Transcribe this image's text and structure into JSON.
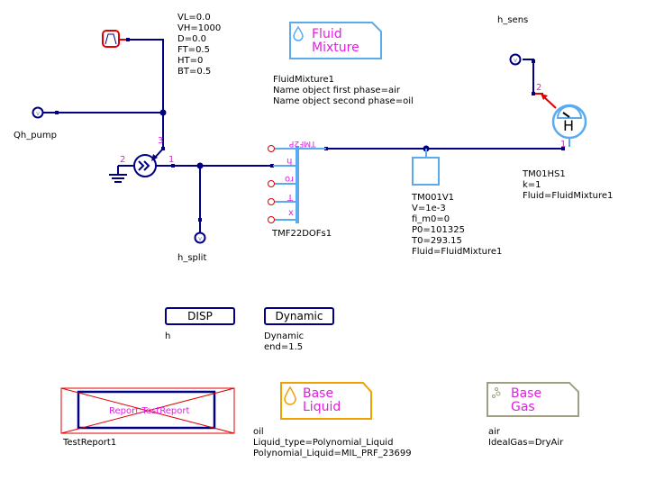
{
  "colors": {
    "wire": "#000080",
    "signal": "#e00000",
    "pin_label": "#e020e0",
    "fluid_port": "#5aaaf0",
    "fluid_mixture_border": "#5aaaf0",
    "base_liquid_border": "#f0a000",
    "base_gas_border": "#a0a080",
    "report_cross": "#e00000"
  },
  "components": {
    "signal_source": {
      "icon": "trapezoid-pulse-icon",
      "params": [
        "VL=0.0",
        "VH=1000",
        "D=0.0",
        "FT=0.5",
        "HT=0",
        "BT=0.5"
      ]
    },
    "qh_pump": {
      "icon": "voltage-probe-icon",
      "label": "Qh_pump"
    },
    "pump": {
      "icon": "pump-icon",
      "pins": {
        "p1": "1",
        "p2": "2",
        "p3": "3"
      }
    },
    "ground": {
      "icon": "ground-icon"
    },
    "h_split": {
      "icon": "voltage-probe-icon",
      "label": "h_split"
    },
    "tmf22dofs": {
      "label": "TMF22DOFs1",
      "ports": [
        "TMF2P",
        "h",
        "ro",
        "T",
        "x"
      ]
    },
    "fluid_mixture": {
      "icon": "droplet-icon",
      "title_line1": "Fluid",
      "title_line2": "Mixture",
      "params": [
        "FluidMixture1",
        "Name object first phase=air",
        "Name object second phase=oil"
      ]
    },
    "volume": {
      "params": [
        "TM001V1",
        "V=1e-3",
        "fi_m0=0",
        "P0=101325",
        "T0=293.15",
        "Fluid=FluidMixture1"
      ]
    },
    "h_sens": {
      "icon": "voltage-probe-icon",
      "label": "h_sens"
    },
    "enthalpy_sensor": {
      "icon": "gauge-icon",
      "symbol": "H",
      "pins": {
        "p1": "1",
        "p2": "2"
      },
      "params": [
        "TM01HS1",
        "k=1",
        "Fluid=FluidMixture1"
      ]
    },
    "disp": {
      "button": "DISP",
      "params": [
        "h"
      ]
    },
    "dynamic": {
      "button": "Dynamic",
      "params": [
        "Dynamic",
        "end=1.5"
      ]
    },
    "report": {
      "inner": "Report:TestReport",
      "label": "TestReport1"
    },
    "base_liquid": {
      "icon": "droplet-icon",
      "title_line1": "Base",
      "title_line2": "Liquid",
      "params": [
        "oil",
        "Liquid_type=Polynomial_Liquid",
        "Polynomial_Liquid=MIL_PRF_23699"
      ]
    },
    "base_gas": {
      "icon": "gas-bubbles-icon",
      "title_line1": "Base",
      "title_line2": "Gas",
      "params": [
        "air",
        "IdealGas=DryAir"
      ]
    }
  }
}
